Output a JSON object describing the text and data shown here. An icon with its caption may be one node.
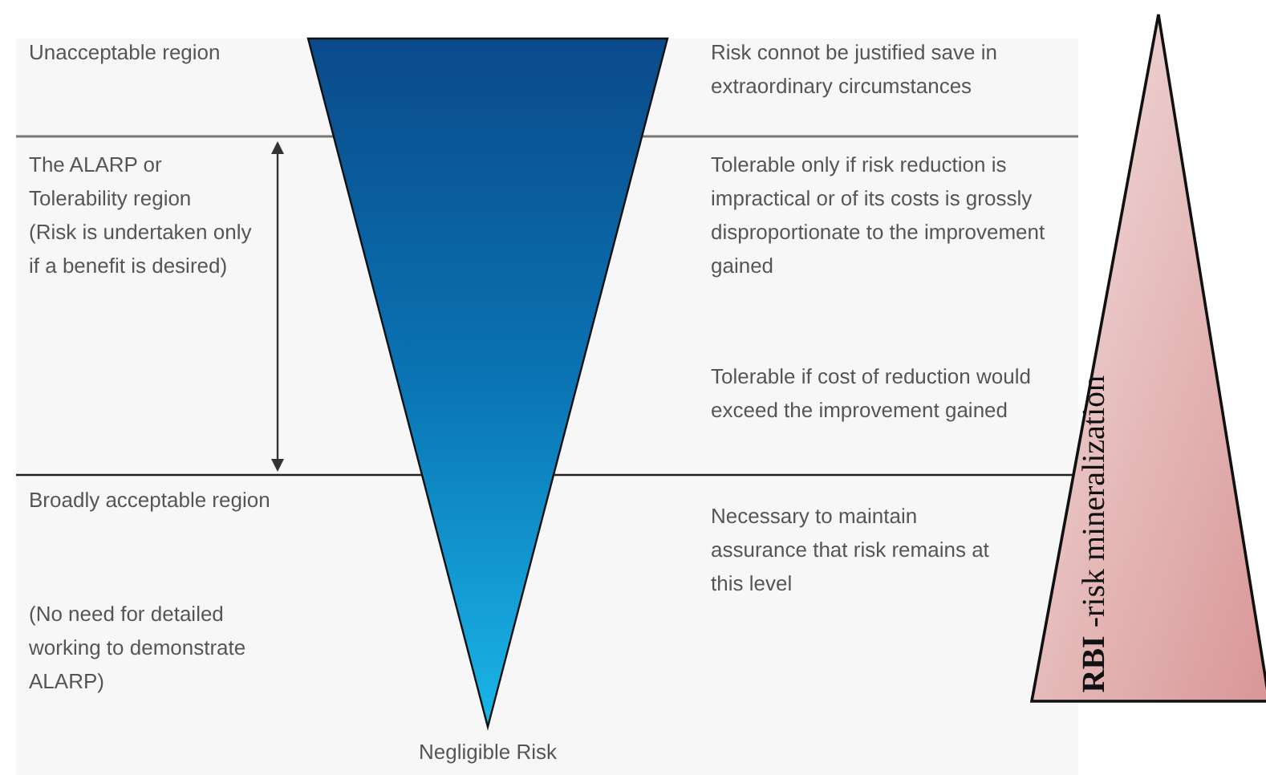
{
  "diagram": {
    "nodes": [
      {
        "text": [],
        "shape": "triangle",
        "beside": [
          "Negligible Risk"
        ]
      },
      {
        "text": [
          "**RBI** -risk mineralization"
        ]
      }
    ],
    "labels": [
      "Unacceptable region",
      "Risk connot be justified save in extraordinary circumstances",
      "The ALARP or Tolerability region",
      "(Risk is undertaken only if a benefit is desired)",
      "Tolerable only if risk reduction is impractical or of its costs is grossly disproportionate to the improvement gained",
      "Tolerable if cost of reduction would exceed the improvement gained",
      "Broadly acceptable region",
      "Necessary to maintain assurance that risk remains at this level",
      "(No need for detailed working to demonstrate ALARP)"
    ]
  }
}
